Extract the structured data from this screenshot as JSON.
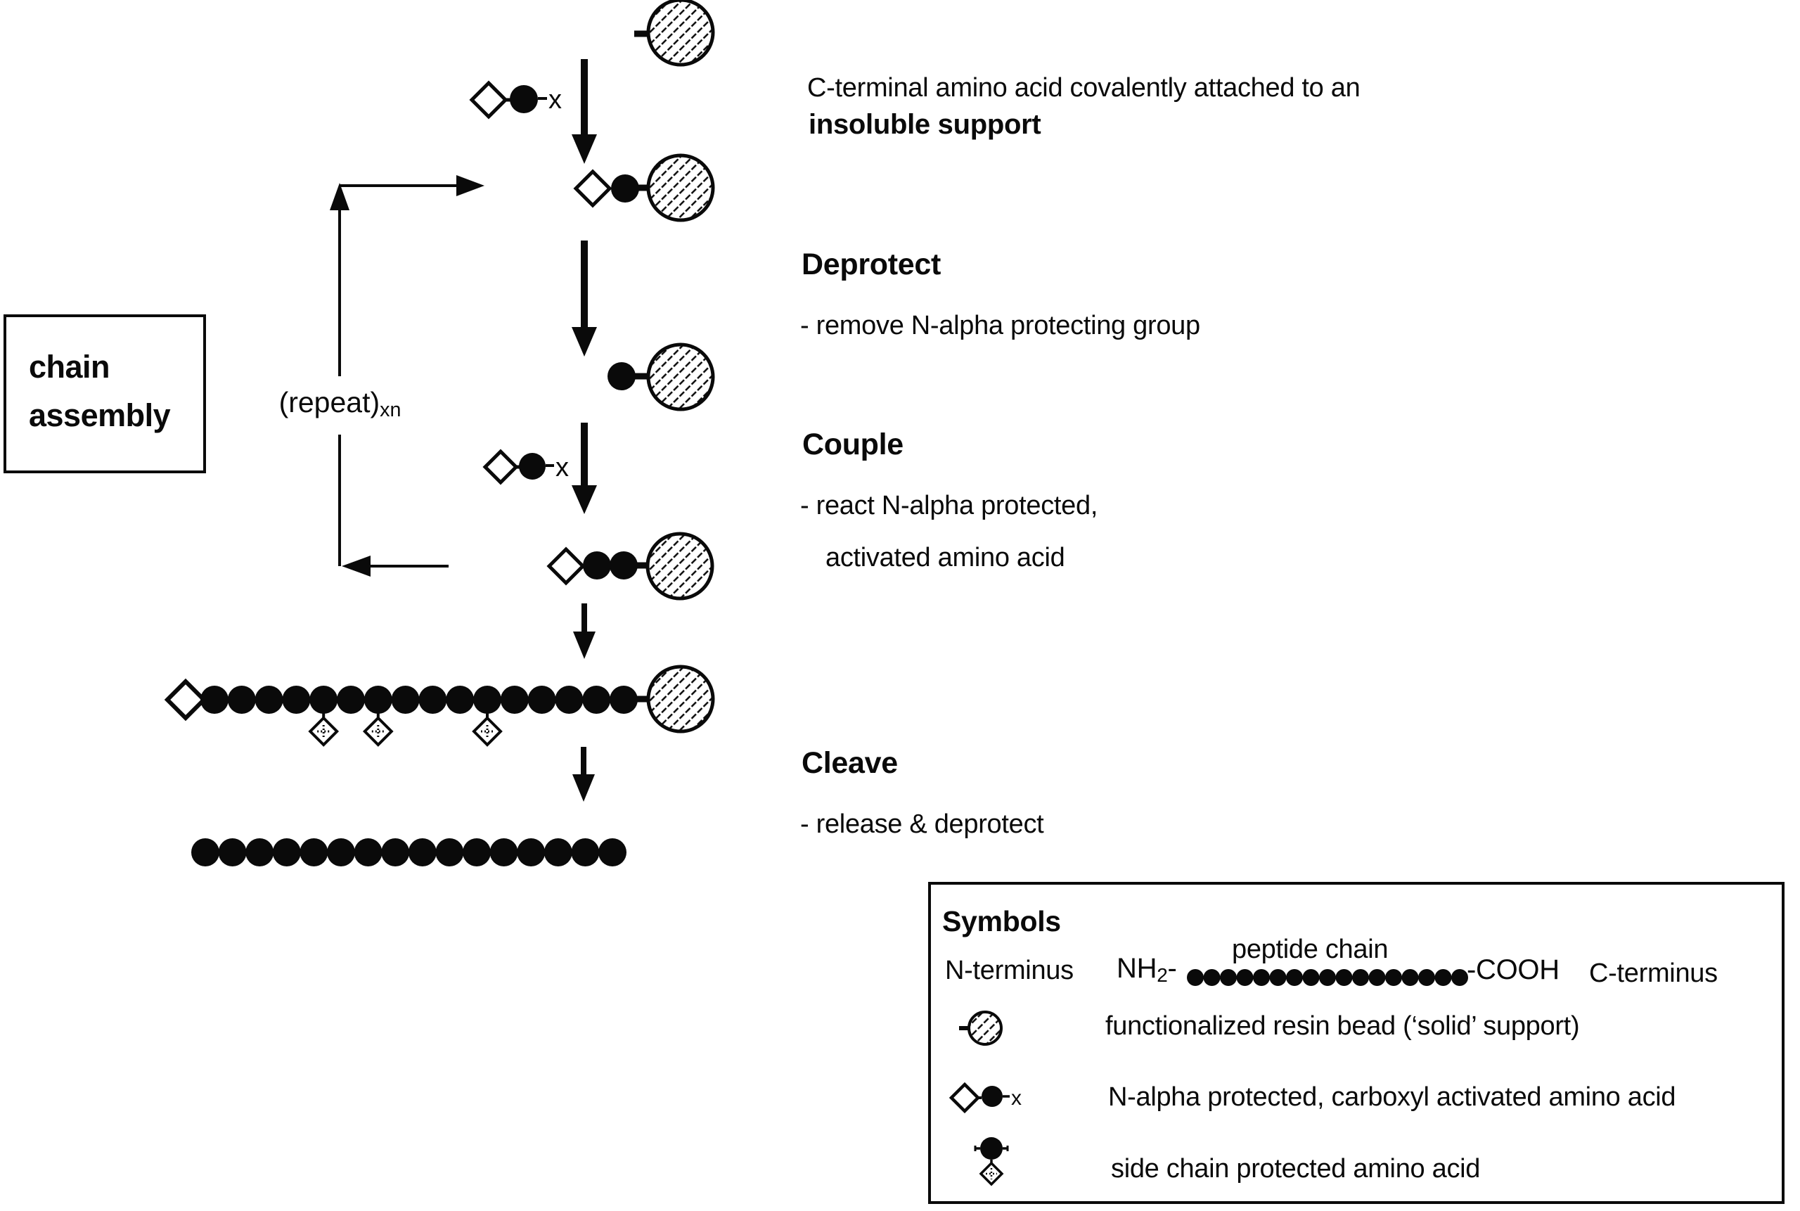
{
  "figure": {
    "caption": {
      "line1": "C-terminal amino acid covalently attached to an",
      "line2_bold": "insoluble support"
    },
    "steps": {
      "deprotect": {
        "title": "Deprotect",
        "bullet": "- remove N-alpha protecting group"
      },
      "couple": {
        "title": "Couple",
        "bullet1": "- react N-alpha protected,",
        "bullet2": "activated amino acid"
      },
      "cleave": {
        "title": "Cleave",
        "bullet": "- release & deprotect"
      }
    },
    "chain_assembly": {
      "line1": "chain",
      "line2": "assembly"
    },
    "repeat": {
      "label": "(repeat)",
      "sub": "xn"
    },
    "x_label": "x",
    "chains": {
      "assembled_beads": 16,
      "released_beads": 16,
      "side_chain_positions": [
        5,
        7,
        11
      ]
    }
  },
  "legend": {
    "title": "Symbols",
    "n_terminus": "N-terminus",
    "nh": "NH",
    "nh_sub": "2",
    "nh_dash": "-",
    "peptide_chain": "peptide chain",
    "cooh": "-COOH",
    "c_terminus": "C-terminus",
    "chain_beads": 17,
    "rows": {
      "resin": "functionalized resin bead (‘solid’ support)",
      "activated": "N-alpha protected, carboxyl activated amino acid",
      "side_chain": "side chain protected amino acid"
    }
  },
  "icons": {
    "resin_bead": "hatched-circle",
    "amino_acid": "filled-circle",
    "n_alpha_protecting_group": "open-diamond",
    "carboxyl_activation": "x",
    "side_chain_protecting_group": "small-diamond-with-dotted-plus"
  },
  "colors": {
    "ink": "#0a0a0a",
    "paper": "#ffffff"
  }
}
